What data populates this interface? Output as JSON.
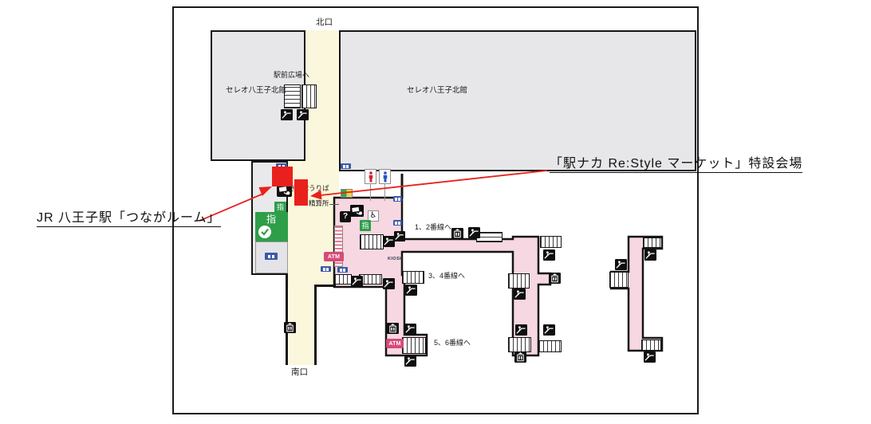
{
  "annotations": {
    "left_label": "JR 八王子駅「つながルーム」",
    "right_label": "「駅ナカ Re:Style マーケット」特設会場",
    "marker_color": "#e8211c"
  },
  "map": {
    "north_exit": "北口",
    "south_exit": "南口",
    "building_left": "セレオ八王子北館",
    "building_right": "セレオ八王子北館",
    "to_plaza": "駅前広場へ",
    "ticket_office": "きっぷうりば",
    "fare_adjustment": "精算所",
    "to_tracks_12": "1、2番線へ",
    "to_tracks_34": "3、4番線へ",
    "to_tracks_56": "5、6番線へ",
    "kiosk": "KIOSK",
    "atm": "ATM",
    "reserved_seat_tag": "指",
    "info_mark": "?",
    "colors": {
      "free_passage": "#fbf7dc",
      "paid_area": "#f6d7e2",
      "building": "#e7e7ea"
    }
  }
}
